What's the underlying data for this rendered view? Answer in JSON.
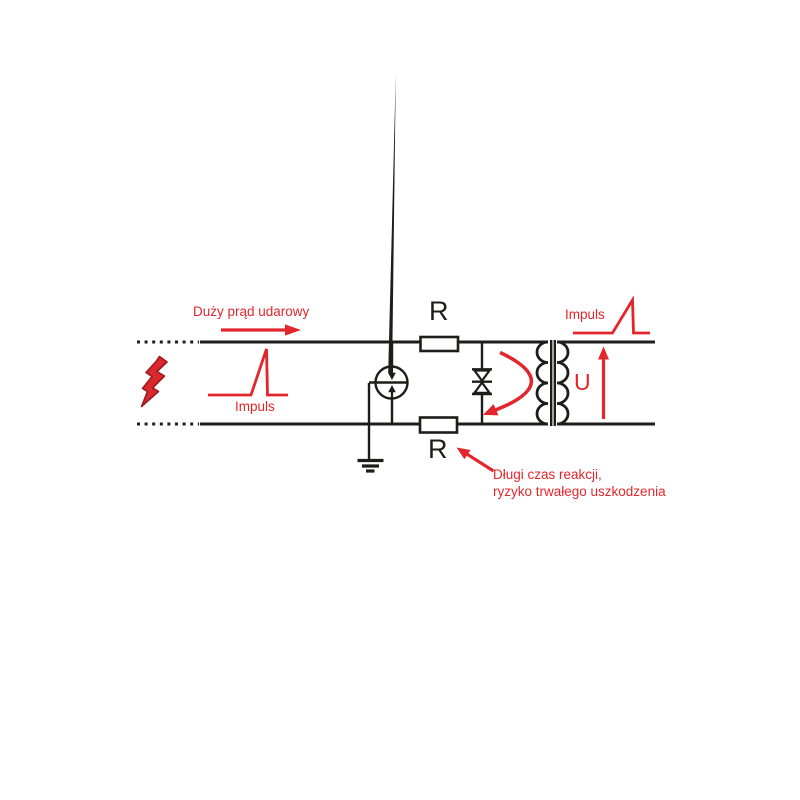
{
  "diagram": {
    "labels": {
      "surge_current": "Duży prąd udarowy",
      "impulse_input": "Impuls",
      "impulse_output": "Impuls",
      "resistor_top": "R",
      "resistor_bottom": "R",
      "voltage": "U",
      "warning_line1": "Długi czas reakcji,",
      "warning_line2": "ryzyko trwałego uszkodzenia"
    },
    "colors": {
      "accent_red": "#e2262c",
      "bolt_fill": "#da282d",
      "bolt_outline": "#9a1b20",
      "line_black": "#1d1d1b",
      "background": "#ffffff"
    },
    "icons": [
      "lightning-bolt-icon",
      "gas-discharge-tube-icon",
      "ground-icon",
      "tvs-diode-icon",
      "transformer-icon",
      "surge-direction-arrow-icon",
      "impulse-waveform-icon",
      "voltage-arrow-icon",
      "energy-transfer-arrow-icon",
      "warning-arrow-icon"
    ]
  }
}
